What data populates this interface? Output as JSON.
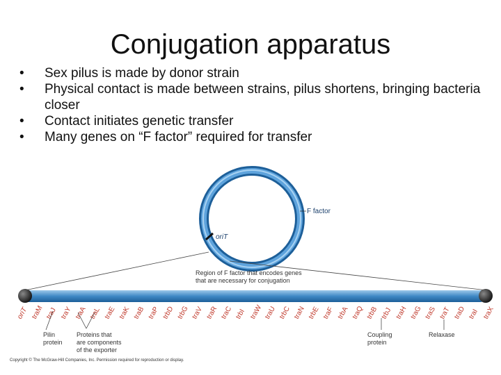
{
  "slide": {
    "title": "Conjugation apparatus",
    "bullets": [
      "Sex pilus is made by donor strain",
      "Physical contact is made between strains, pilus shortens, bringing bacteria closer",
      "Contact initiates genetic transfer",
      "Many genes on “F factor” required for transfer"
    ]
  },
  "diagram": {
    "f_factor_label": "F factor",
    "oriT_label": "oriT",
    "region_label_line1": "Region of F factor that encodes genes",
    "region_label_line2": "that are necessary for conjugation",
    "genes": [
      "oriT",
      "traM",
      "traJ",
      "traY",
      "traA",
      "traL",
      "traE",
      "traK",
      "traB",
      "traP",
      "trbD",
      "trbG",
      "traV",
      "traR",
      "traC",
      "trbI",
      "traW",
      "traU",
      "trbC",
      "traN",
      "trbE",
      "traF",
      "trbA",
      "traQ",
      "trbB",
      "trbJ",
      "traH",
      "traG",
      "traS",
      "traT",
      "traD",
      "traI",
      "traX"
    ],
    "pilin_label_1": "Pilin",
    "pilin_label_2": "protein",
    "exporter_label_1": "Proteins that",
    "exporter_label_2": "are components",
    "exporter_label_3": "of the exporter",
    "coupling_label_1": "Coupling",
    "coupling_label_2": "protein",
    "relaxase_label": "Relaxase",
    "copyright": "Copyright © The McGraw-Hill Companies, Inc. Permission required for reproduction or display."
  },
  "colors": {
    "plasmid_blue": "#4a90c8",
    "gene_red": "#c0392b"
  }
}
